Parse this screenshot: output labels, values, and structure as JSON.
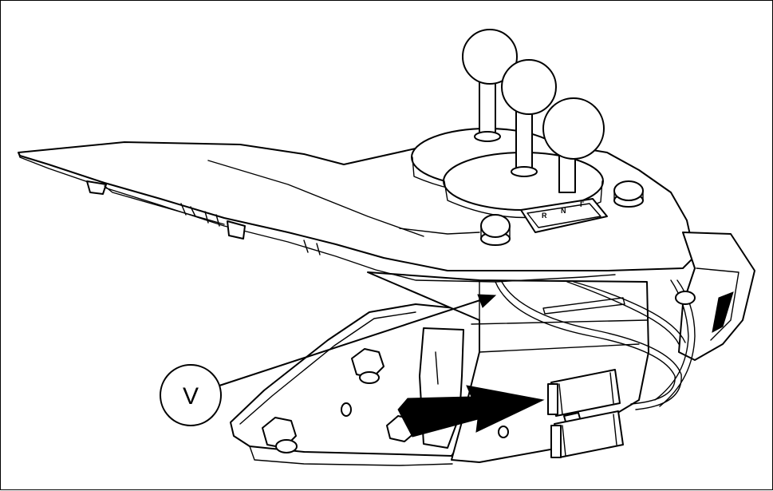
{
  "callout": {
    "label": "V"
  },
  "switch_labels": {
    "f": "F",
    "n": "N",
    "r": "R"
  },
  "colors": {
    "line": "#000000",
    "background": "#ffffff"
  }
}
